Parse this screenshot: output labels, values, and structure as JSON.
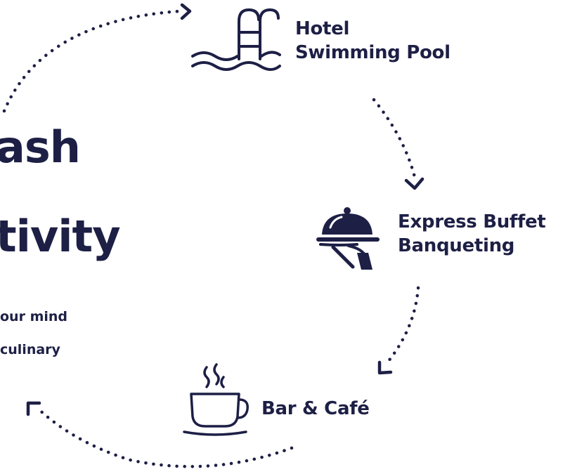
{
  "headline": {
    "line1": "ash",
    "line2": "tivity"
  },
  "subtext": {
    "line1": "our mind",
    "line2": "culinary"
  },
  "steps": [
    {
      "icon": "swimming-pool-icon",
      "label_line1": "Hotel",
      "label_line2": "Swimming Pool"
    },
    {
      "icon": "cloche-waiter-icon",
      "label_line1": "Express Buffet",
      "label_line2": "Banqueting"
    },
    {
      "icon": "coffee-cup-icon",
      "label_line1": "Bar & Café"
    }
  ],
  "colors": {
    "ink": "#1d1f45",
    "background": "#ffffff"
  }
}
